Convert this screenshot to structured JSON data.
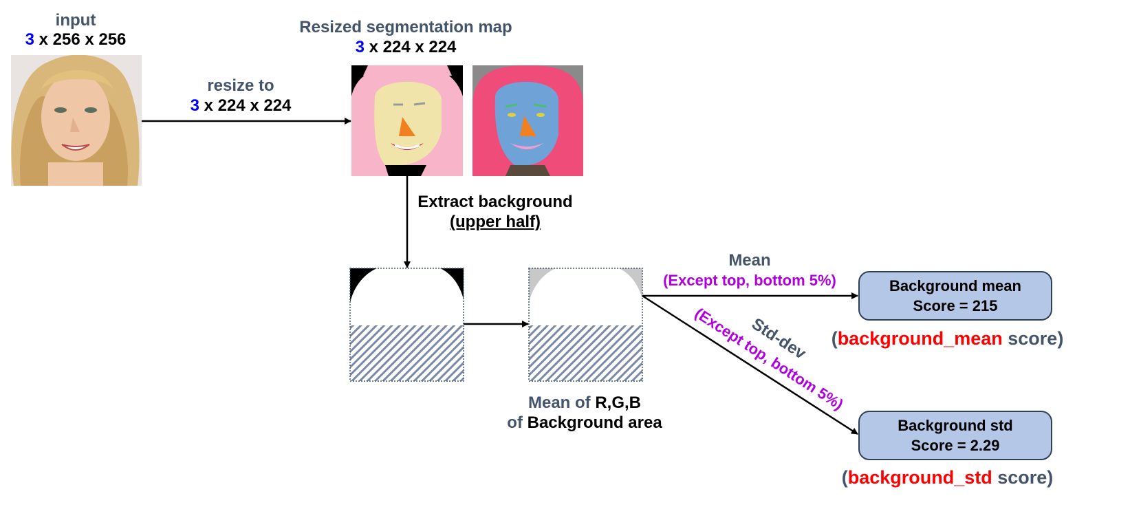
{
  "input": {
    "label": "input",
    "dims_channel": "3",
    "dims_rest": " x 256 x 256"
  },
  "resize_step": {
    "label": "resize to",
    "dims_channel": "3",
    "dims_rest": " x 224 x 224"
  },
  "segmentation": {
    "label": "Resized segmentation map",
    "dims_channel": "3",
    "dims_rest": " x 224 x 224"
  },
  "extract_step": {
    "line1": "Extract background",
    "line2": "(upper half)"
  },
  "mean_rgb": {
    "line1_part1": "Mean of ",
    "line1_part2": "R,G,B",
    "line2_part1": "of ",
    "line2_part2": "Background area"
  },
  "mean_path": {
    "label": "Mean",
    "note": "(Except top, bottom 5%)"
  },
  "std_path": {
    "label": "Std-dev",
    "note": "(Except top, bottom 5%)"
  },
  "background_mean": {
    "title": "Background mean",
    "score": "Score = 215",
    "metric_open": "(",
    "metric_name": "background_mean",
    "metric_suffix": " score",
    "metric_close": ")"
  },
  "background_std": {
    "title": "Background std",
    "score": "Score = 2.29",
    "metric_open": "(",
    "metric_name": "background_std",
    "metric_suffix": " score",
    "metric_close": ")"
  },
  "colors": {
    "label_gray": "#44546A",
    "channel_blue": "#0000FF",
    "metric_red": "#FF0000",
    "note_purple": "#B000E0",
    "box_fill": "#B4C7E7",
    "hair_pink": "#F8B4C8",
    "skin_cream": "#F0E4AA",
    "nose_orange": "#F08020",
    "face_blue": "#6FA3D8"
  }
}
